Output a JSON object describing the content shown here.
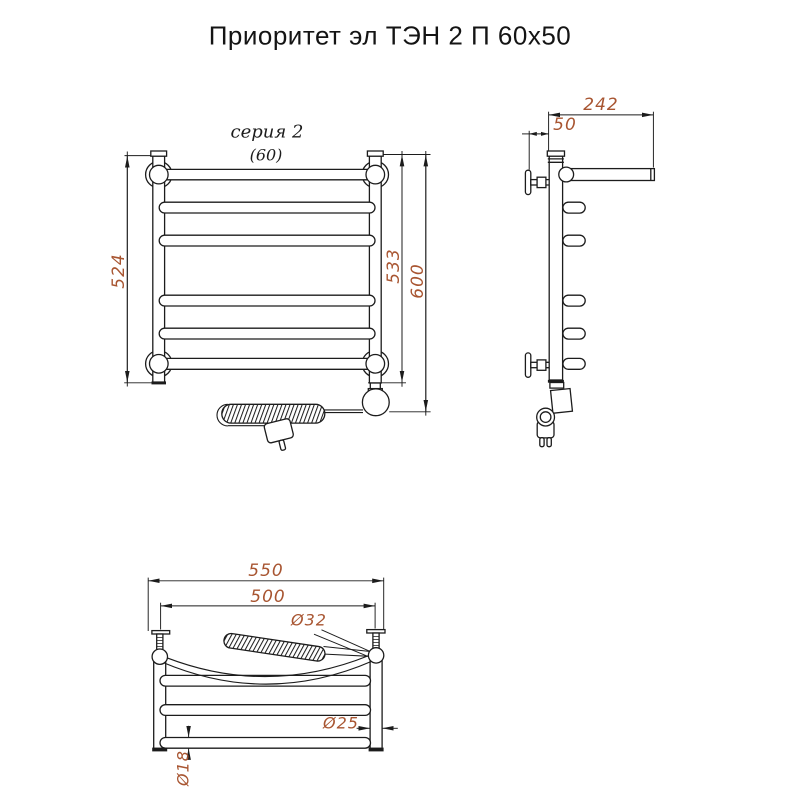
{
  "title": "Приоритет эл ТЭН 2 П 60x50",
  "colors": {
    "line": "#1c1c1c",
    "dim_text": "#a85531",
    "background": "#ffffff"
  },
  "front_view": {
    "series_label": "серия 2",
    "width_label": "(60)",
    "dim_height_left": "524",
    "dim_height_inner": "533",
    "dim_height_outer": "600"
  },
  "side_view": {
    "dim_depth": "242",
    "dim_wall_offset": "50"
  },
  "bottom_view": {
    "dim_overall_width": "550",
    "dim_axis_width": "500",
    "dim_post_diameter": "Ø32",
    "dim_collector_diameter": "Ø25",
    "dim_rung_diameter": "Ø18"
  }
}
